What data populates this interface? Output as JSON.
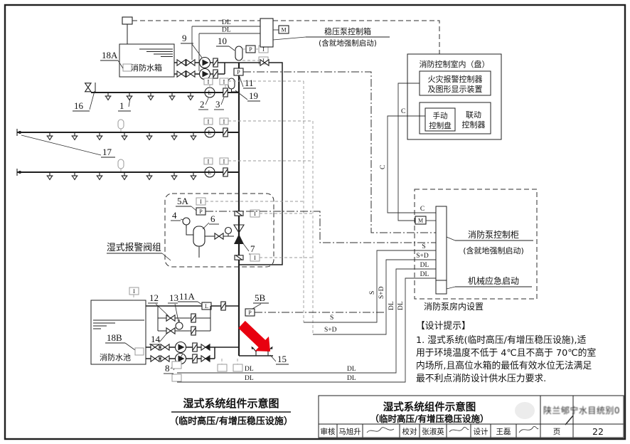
{
  "page": {
    "border_color": "#1f1f1f",
    "bg": "#ffffff",
    "arrow_red": "#e8000f"
  },
  "signals": {
    "dl": "DL",
    "s": "S",
    "sd": "S+D",
    "c": "C",
    "m": "M",
    "p": "P",
    "i": "I",
    "l": "L"
  },
  "parts": {
    "p1": "1",
    "p2": "2",
    "p3": "3",
    "p4": "4",
    "p5a": "5A",
    "p5b": "5B",
    "p6": "6",
    "p7": "7",
    "p8": "8",
    "p9": "9",
    "p10": "10",
    "p11": "11",
    "p11a": "11A",
    "p12": "12",
    "p13": "13",
    "p14": "14",
    "p15": "15",
    "p16": "16",
    "p17": "17",
    "p18a": "18A",
    "p18b": "18B",
    "p19": "19"
  },
  "equipment": {
    "tank": "消防水箱",
    "pool": "消防水池",
    "alarm_group": "湿式报警阀组"
  },
  "stabilizer_box": {
    "line1": "稳压泵控制箱",
    "line2": "(含就地强制启动)"
  },
  "control_room": {
    "title": "消防控制室内（盘）",
    "fire_alarm_line1": "火灾报警控制器",
    "fire_alarm_line2": "及图形显示装置",
    "manual_line1": "手动",
    "manual_line2": "控制盘",
    "linkage_line1": "联动",
    "linkage_line2": "控制器"
  },
  "pump_room": {
    "cabinet_line1": "消防泵控制柜",
    "cabinet_line2": "(含就地强制启动)",
    "mechanical": "机械应急启动",
    "room_label": "消防泵房内设置"
  },
  "design_note": {
    "heading": "【设计提示】",
    "line1": "1. 湿式系统(临时高压/有增压稳压设施),适",
    "line2": "用于环境温度不低于 4℃且不高于 70℃的室",
    "line3": "内场所,且高位水箱的最低有效水位无法满足",
    "line4": "最不利点消防设计供水压力要求."
  },
  "caption": {
    "line1": "湿式系统组件示意图",
    "line2": "（临时高压/有增压稳压设施）"
  },
  "title_block": {
    "title_line1": "湿式系统组件示意图",
    "title_line2": "（临时高压/有增压稳压设施）",
    "audit_label": "审核",
    "audit_name": "马旭升",
    "check_label": "校对",
    "check_name": "张淑英",
    "design_label": "设计",
    "design_name": "王磊",
    "page_label": "页",
    "page_number": "22",
    "atlas_stamp": "陕兰郇宁水目统别0"
  }
}
